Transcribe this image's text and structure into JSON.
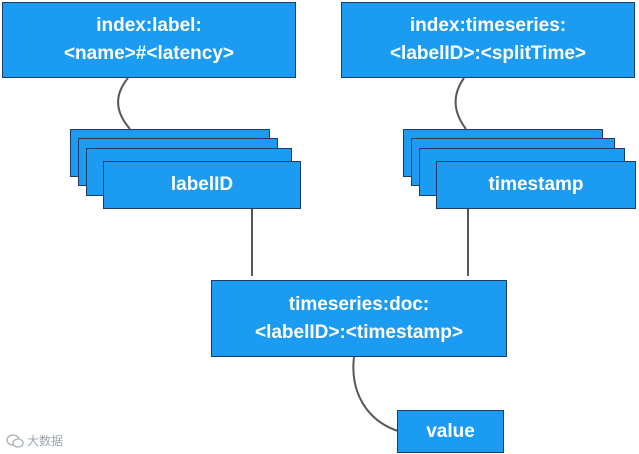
{
  "nodes": {
    "index_label": {
      "line1": "index:label:",
      "line2": "<name>#<latency>"
    },
    "index_timeseries": {
      "line1": "index:timeseries:",
      "line2": "<labelID>:<splitTime>"
    },
    "label_id": {
      "label": "labelID"
    },
    "timestamp": {
      "label": "timestamp"
    },
    "timeseries_doc": {
      "line1": "timeseries:doc:",
      "line2": "<labelID>:<timestamp>"
    },
    "value": {
      "label": "value"
    }
  },
  "watermark": {
    "text": "大数据",
    "icon": "wechat-logo-icon"
  },
  "colors": {
    "box_fill": "#1b9cf2",
    "box_border": "#1f3c66",
    "connector": "#55595e",
    "text": "#ffffff"
  }
}
